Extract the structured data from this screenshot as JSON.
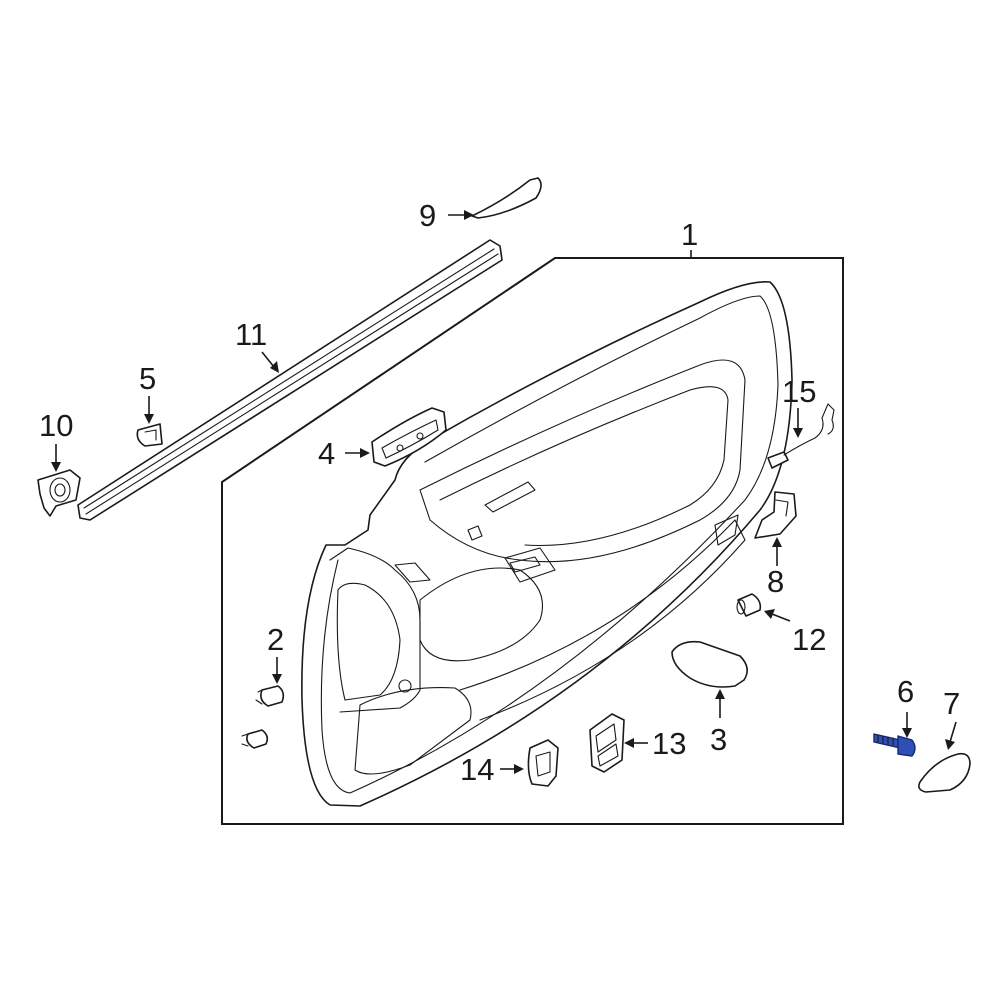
{
  "callouts": {
    "c1": "1",
    "c2": "2",
    "c3": "3",
    "c4": "4",
    "c5": "5",
    "c6": "6",
    "c7": "7",
    "c8": "8",
    "c9": "9",
    "c10": "10",
    "c11": "11",
    "c12": "12",
    "c13": "13",
    "c14": "14",
    "c15": "15"
  },
  "highlighted_part": "6",
  "colors": {
    "line": "#1a1a1a",
    "background": "#ffffff",
    "highlight": "#2f4fb4"
  }
}
